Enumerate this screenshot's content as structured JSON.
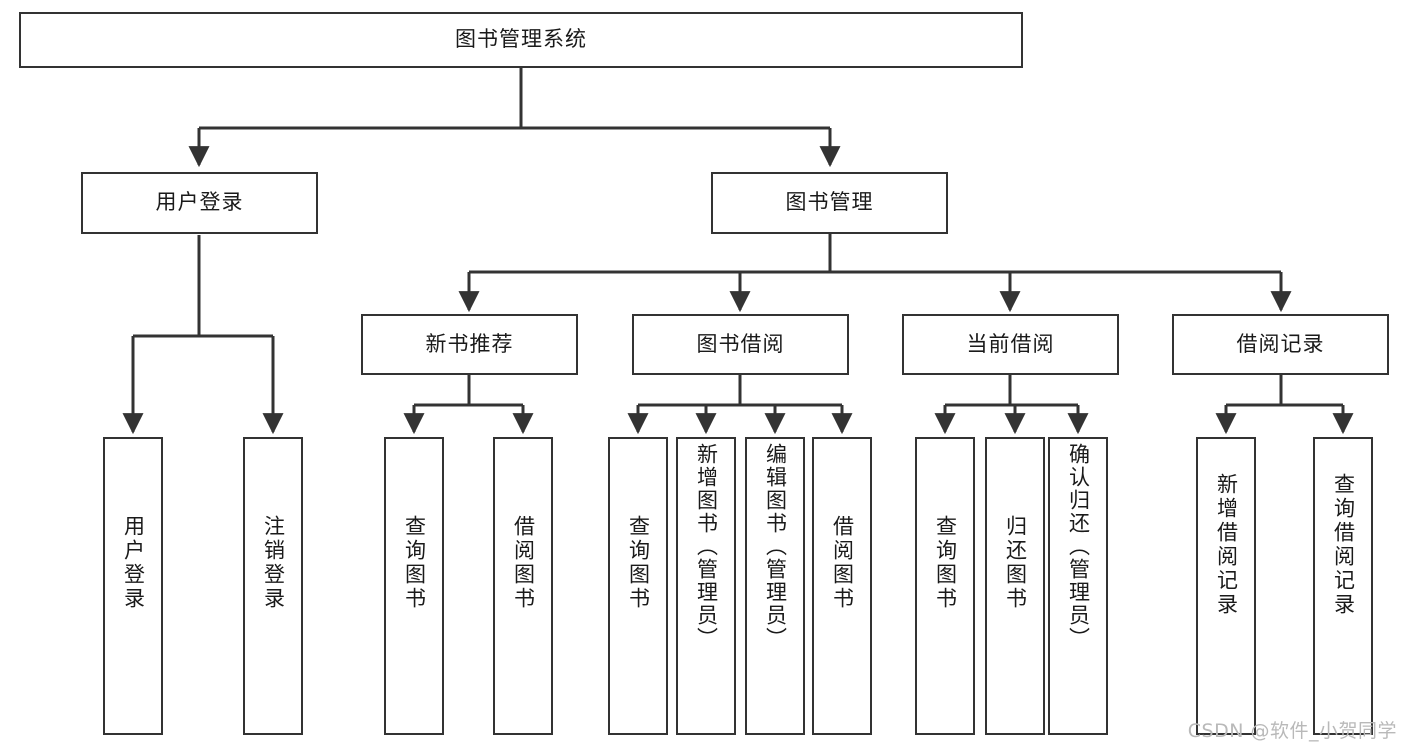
{
  "diagram": {
    "type": "tree-hierarchy-chart",
    "title": "图书管理系统",
    "orientation": "top-down",
    "box_fill": "#ffffff",
    "box_stroke": "#333333",
    "connector_color": "#333333",
    "nodes": {
      "root": {
        "label": "图书管理系统",
        "level": 0
      },
      "level1": [
        {
          "id": "user-login",
          "label": "用户登录"
        },
        {
          "id": "book-manage",
          "label": "图书管理"
        }
      ],
      "level2": [
        {
          "id": "new-book-recommend",
          "label": "新书推荐",
          "parent": "book-manage"
        },
        {
          "id": "book-borrow",
          "label": "图书借阅",
          "parent": "book-manage"
        },
        {
          "id": "current-borrow",
          "label": "当前借阅",
          "parent": "book-manage"
        },
        {
          "id": "borrow-record",
          "label": "借阅记录",
          "parent": "book-manage"
        }
      ],
      "leaves": {
        "user-login": [
          {
            "id": "leaf-user-login",
            "label": "用户登录"
          },
          {
            "id": "leaf-logout",
            "label": "注销登录"
          }
        ],
        "new-book-recommend": [
          {
            "id": "leaf-query-book-1",
            "label": "查询图书"
          },
          {
            "id": "leaf-borrow-book-1",
            "label": "借阅图书"
          }
        ],
        "book-borrow": [
          {
            "id": "leaf-query-book-2",
            "label": "查询图书"
          },
          {
            "id": "leaf-add-book",
            "label": "新增图书（管理员）"
          },
          {
            "id": "leaf-edit-book",
            "label": "编辑图书（管理员）"
          },
          {
            "id": "leaf-borrow-book-2",
            "label": "借阅图书"
          }
        ],
        "current-borrow": [
          {
            "id": "leaf-query-book-3",
            "label": "查询图书"
          },
          {
            "id": "leaf-return-book",
            "label": "归还图书"
          },
          {
            "id": "leaf-confirm-return",
            "label": "确认归还（管理员）"
          }
        ],
        "borrow-record": [
          {
            "id": "leaf-add-record",
            "label": "新增借阅记录"
          },
          {
            "id": "leaf-query-record",
            "label": "查询借阅记录"
          }
        ]
      }
    },
    "watermark": "CSDN @软件_小贺同学"
  }
}
